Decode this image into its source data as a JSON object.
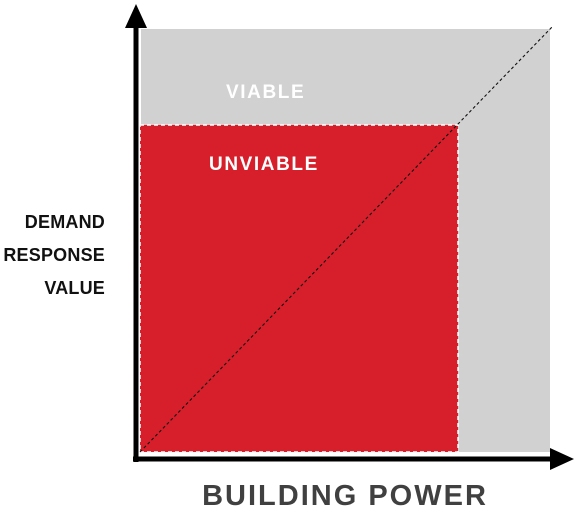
{
  "diagram": {
    "viable_label": "VIABLE",
    "unviable_label": "UNVIABLE",
    "y_axis_lines": [
      "DEMAND",
      "RESPONSE",
      "VALUE"
    ],
    "x_axis_label": "BUILDING POWER",
    "colors": {
      "viable_region": "#d1d1d1",
      "unviable_region": "#d71f2b",
      "axis": "#000000",
      "region_border": "#ffffff",
      "diagonal": "#111111",
      "x_label": "#404040",
      "y_label": "#111111"
    }
  }
}
